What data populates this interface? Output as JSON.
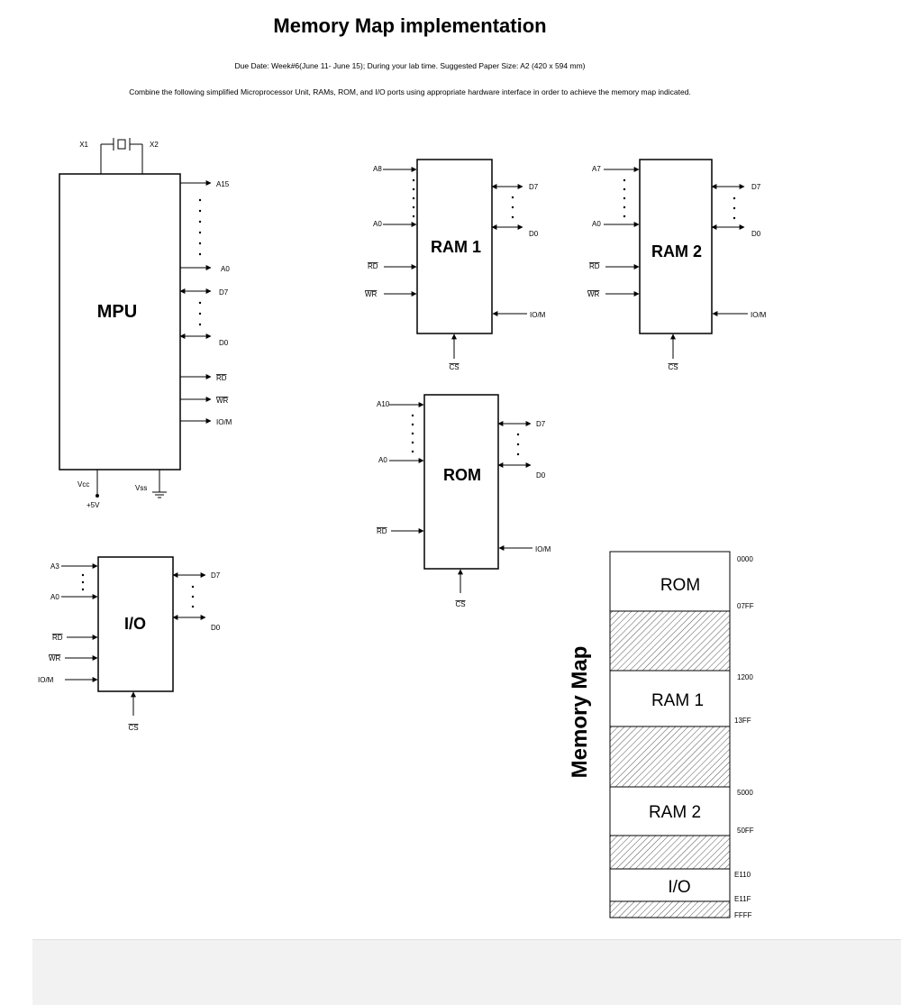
{
  "title": "Memory Map implementation",
  "due_line": "Due Date: Week#6(June 11- June 15); During your lab time.   Suggested Paper Size: A2 (420 x 594 mm)",
  "instructions": "Combine the following simplified Microprocessor Unit, RAMs, ROM, and I/O ports using appropriate hardware interface in order to achieve the memory map indicated.",
  "mpu": {
    "label": "MPU",
    "x1": "X1",
    "x2": "X2",
    "addr_hi": "A15",
    "addr_lo": "A0",
    "data_hi": "D7",
    "data_lo": "D0",
    "rd": "RD",
    "wr": "WR",
    "io_m": "IO/M",
    "vcc": "Vcc",
    "vss": "Vss",
    "plus5v": "+5V"
  },
  "ram1": {
    "label": "RAM 1",
    "addr_hi": "A8",
    "addr_lo": "A0",
    "data_hi": "D7",
    "data_lo": "D0",
    "rd": "RD",
    "wr": "WR",
    "io_m": "IO/M",
    "cs": "CS"
  },
  "ram2": {
    "label": "RAM 2",
    "addr_hi": "A7",
    "addr_lo": "A0",
    "data_hi": "D7",
    "data_lo": "D0",
    "rd": "RD",
    "wr": "WR",
    "io_m": "IO/M",
    "cs": "CS"
  },
  "rom": {
    "label": "ROM",
    "addr_hi": "A10",
    "addr_lo": "A0",
    "data_hi": "D7",
    "data_lo": "D0",
    "rd": "RD",
    "io_m": "IO/M",
    "cs": "CS"
  },
  "io": {
    "label": "I/O",
    "addr_hi": "A3",
    "addr_lo": "A0",
    "data_hi": "D7",
    "data_lo": "D0",
    "rd": "RD",
    "wr": "WR",
    "io_m": "IO/M",
    "cs": "CS"
  },
  "memory_map": {
    "title": "Memory Map",
    "regions": [
      "ROM",
      "",
      "RAM 1",
      "",
      "RAM 2",
      "",
      "I/O",
      ""
    ],
    "addresses": [
      "0000",
      "07FF",
      "1200",
      "13FF",
      "5000",
      "50FF",
      "E110",
      "E11F",
      "FFFF"
    ]
  }
}
